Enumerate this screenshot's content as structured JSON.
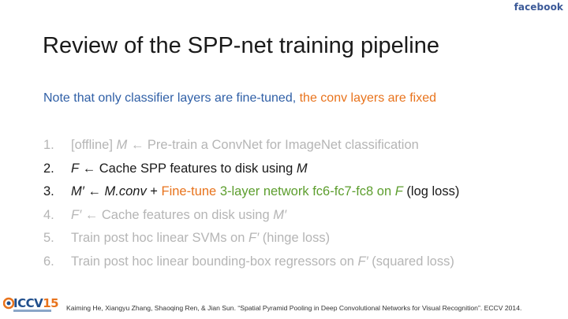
{
  "brand": "facebook",
  "title": "Review of the SPP-net training pipeline",
  "note": {
    "part1": "Note that only classifier layers are fine-tuned,",
    "part2": " the conv layers are fixed"
  },
  "steps": [
    {
      "num": "1.",
      "a": "[offline] ",
      "b": "M",
      "c": " ← Pre-train a ConvNet for ImageNet classification"
    },
    {
      "num": "2.",
      "a": "F",
      "b": " ← Cache SPP features to disk using ",
      "c": "M"
    },
    {
      "num": "3.",
      "a": "M′",
      "b": " ← ",
      "c": "M.conv",
      "d": " + ",
      "e": "Fine-tune ",
      "f": "3-layer network fc6-fc7-fc8 on ",
      "g": "F",
      "h": " (log loss)"
    },
    {
      "num": "4.",
      "a": "F′",
      "b": " ← Cache features on disk using ",
      "c": "M′"
    },
    {
      "num": "5.",
      "a": "Train post hoc linear SVMs on ",
      "b": "F′",
      "c": " (hinge loss)"
    },
    {
      "num": "6.",
      "a": "Train post hoc linear bounding-box regressors on ",
      "b": "F′",
      "c": " (squared loss)"
    }
  ],
  "logo": {
    "text": "ICCV",
    "year": "15"
  },
  "citation": "Kaiming He, Xiangyu Zhang, Shaoqing Ren, & Jian Sun. “Spatial Pyramid Pooling in Deep Convolutional Networks for Visual Recognition”. ECCV 2014.",
  "colors": {
    "accent_blue": "#2f5fa6",
    "accent_orange": "#e8731c",
    "accent_green": "#5d9e2e",
    "dim_gray": "#b5b5b5",
    "brand_blue": "#3b5998"
  }
}
